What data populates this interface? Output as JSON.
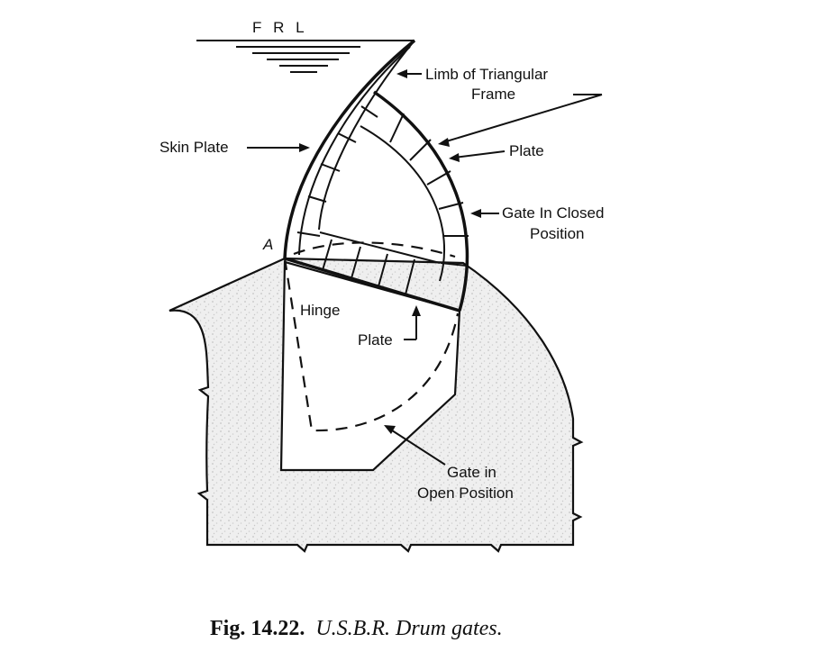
{
  "labels": {
    "frl": "F R L",
    "limb_line1": "Limb of Triangular",
    "limb_line2": "Frame",
    "skin_plate": "Skin Plate",
    "plate_right": "Plate",
    "gate_closed_line1": "Gate In Closed",
    "gate_closed_line2": "Position",
    "point_a": "A",
    "hinge": "Hinge",
    "plate_bottom": "Plate",
    "gate_open_line1": "Gate in",
    "gate_open_line2": "Open Position"
  },
  "caption": {
    "figure_number": "Fig. 14.22.",
    "title": "U.S.B.R. Drum gates."
  },
  "colors": {
    "line": "#111111",
    "concrete_fill": "#efefef",
    "stipple": "#bdbdbd"
  }
}
